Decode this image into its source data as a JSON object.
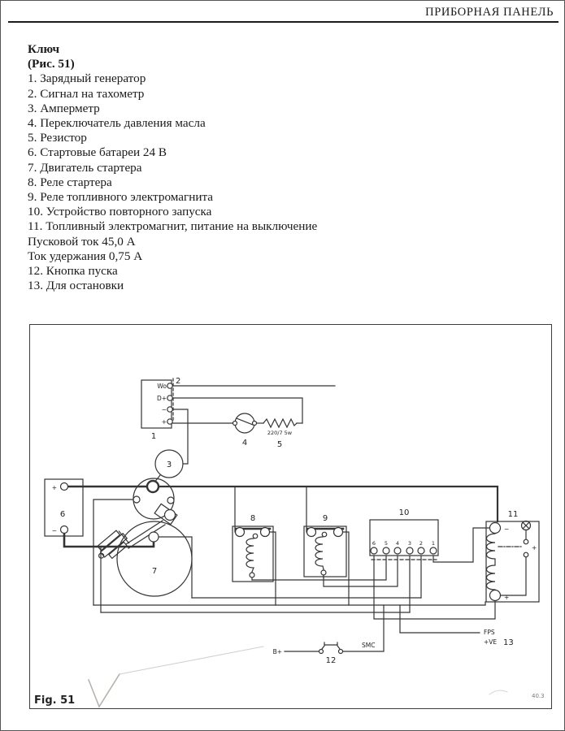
{
  "page": {
    "header": "ПРИБОРНАЯ ПАНЕЛЬ"
  },
  "key": {
    "title": "Ключ",
    "subtitle": "(Рис. 51)",
    "items": [
      "1. Зарядный генератор",
      "2. Сигнал на тахометр",
      "3. Амперметр",
      "4. Переключатель давления масла",
      "5. Резистор",
      "6. Стартовые батареи 24 В",
      "7. Двигатель стартера",
      "8. Реле стартера",
      "9. Реле топливного электромагнита",
      "10. Устройство повторного запуска",
      "11. Топливный электромагнит, питание на выключение",
      "Пусковой ток 45,0 А",
      "Ток удержания 0,75 А",
      "12. Кнопка пуска",
      "13. Для остановки"
    ]
  },
  "figure": {
    "caption": "Fig. 51",
    "page_ref": "40.3",
    "pins": [
      "6",
      "5",
      "4",
      "3",
      "2",
      "1"
    ],
    "labels": {
      "n1": "1",
      "n2": "2",
      "n3": "3",
      "n4": "4",
      "n5": "5",
      "n6": "6",
      "n7": "7",
      "n8": "8",
      "n9": "9",
      "n10": "10",
      "n11": "11",
      "n12": "12",
      "n13": "13",
      "wo": "Wo",
      "dplus": "D+",
      "gminus": "−",
      "gplus": "+",
      "bat_plus": "+",
      "bat_minus": "−",
      "sol_minus": "−",
      "sol_plus": "+",
      "contact_plus": "+",
      "resistor_rating": "220/7 5w",
      "bplus": "B+",
      "smc": "SMC",
      "fps": "FPS",
      "ve": "+VE"
    }
  }
}
